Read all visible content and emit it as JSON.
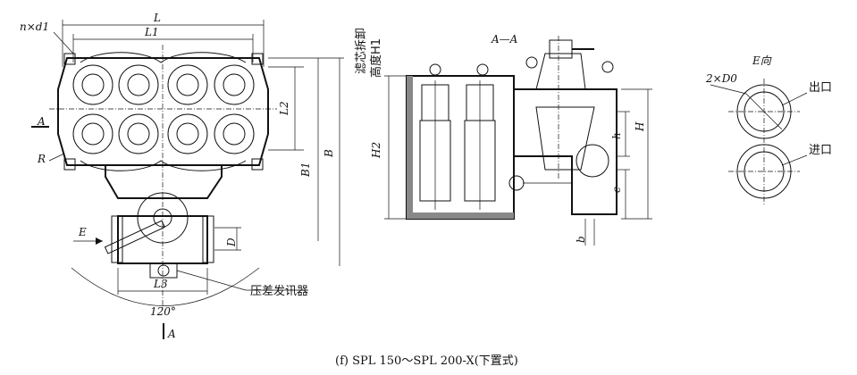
{
  "front": {
    "L": "L",
    "L1": "L1",
    "L2": "L2",
    "L3": "L3",
    "nd1": "n×d1",
    "A": "A",
    "R": "R",
    "B": "B",
    "B1": "B1",
    "E": "E",
    "D": "D",
    "angle": "120°",
    "section_A": "A",
    "pressure_gauge": "压差发讯器"
  },
  "section": {
    "title": "A—A",
    "remove_height": "滤芯拆卸",
    "remove_height2": "高度H1",
    "H2": "H2",
    "h": "h",
    "H": "H",
    "c": "c",
    "b": "b"
  },
  "eview": {
    "title": "E向",
    "holes": "2×D0",
    "outlet": "出口",
    "inlet": "进口"
  },
  "caption": "(f) SPL  150～SPL 200-X(下置式)"
}
